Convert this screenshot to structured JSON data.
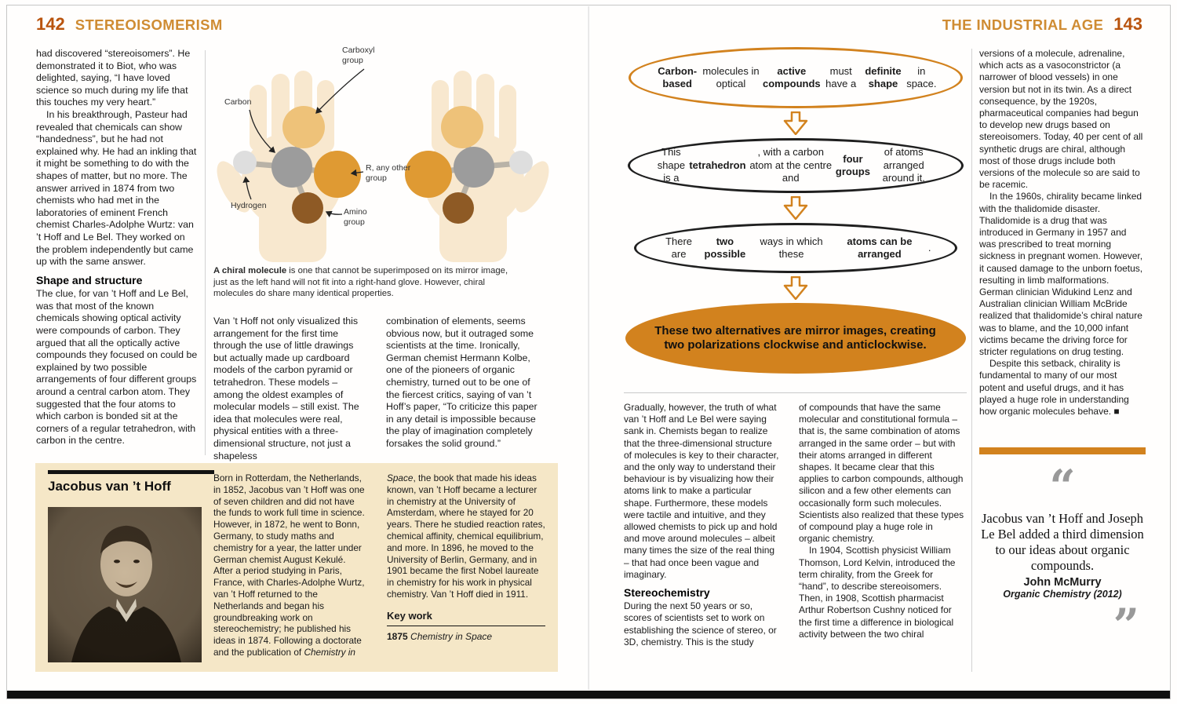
{
  "colors": {
    "accent_orange": "#d2821e",
    "folio_number": "#b9540e",
    "folio_title": "#cf8c33",
    "bio_box_bg": "#f5e7c7",
    "hand_fill": "#f8e8cf",
    "atom_carbon": "#9c9c9c",
    "atom_carboxyl": "#eec279",
    "atom_r_group": "#df9a33",
    "atom_amino": "#8e5a25",
    "atom_hydrogen": "#dedede",
    "quote_gray": "#999999"
  },
  "left_page": {
    "page_number": "142",
    "header": "STEREOISOMERISM",
    "col1": {
      "para1": "had discovered “stereoisomers”. He demonstrated it to Biot, who was delighted, saying, “I have loved science so much during my life that this touches my very heart.”",
      "para2": "In his breakthrough, Pasteur had revealed that chemicals can show “handedness”, but he had not explained why. He had an inkling that it might be something to do with the shapes of matter, but no more. The answer arrived in 1874 from two chemists who had met in the laboratories of eminent French chemist Charles-Adolphe Wurtz: van ’t Hoff and Le Bel. They worked on the problem independently but came up with the same answer.",
      "heading": "Shape and structure",
      "para3": "The clue, for van ’t Hoff and Le Bel, was that most of the known chemicals showing optical activity were compounds of carbon. They argued that all the optically active compounds they focused on could be explained by two possible arrangements of four different groups around a central carbon atom. They suggested that the four atoms to which carbon is bonded sit at the corners of a regular tetrahedron, with carbon in the centre."
    },
    "illustration": {
      "labels": {
        "carboxyl": "Carboxyl\ngroup",
        "carbon": "Carbon",
        "r_group": "R, any other\ngroup",
        "hydrogen": "Hydrogen",
        "amino": "Amino\ngroup"
      },
      "caption": "<b>A chiral molecule</b> is one that cannot be superimposed on its mirror image, just as the left hand will not fit into a right-hand glove. However, chiral molecules do share many identical properties."
    },
    "col2_para": "Van ’t Hoff not only visualized this arrangement for the first time through the use of little drawings but actually made up cardboard models of the carbon pyramid or tetrahedron. These models – among the oldest examples of molecular models – still exist. The idea that molecules were real, physical entities with a three-dimensional structure, not just a shapeless",
    "col3_para": "combination of elements, seems obvious now, but it outraged some scientists at the time. Ironically, German chemist Hermann Kolbe, one of the pioneers of organic chemistry, turned out to be one of the fiercest critics, saying of van ’t Hoff’s paper, “To criticize this paper in any detail is impossible because the play of imagination completely forsakes the solid ground.”",
    "bio": {
      "title": "Jacobus van ’t Hoff",
      "col1": "Born in Rotterdam, the Netherlands, in 1852, Jacobus van ’t Hoff was one of seven children and did not have the funds to work full time in science. However, in 1872, he went to Bonn, Germany, to study maths and chemistry for a year, the latter under German chemist August Kekulé. After a period studying in Paris, France, with Charles-Adolphe Wurtz, van ’t Hoff returned to the Netherlands and began his groundbreaking work on stereochemistry; he published his ideas in 1874. Following a doctorate and the publication of <i>Chemistry in</i>",
      "col2": "<i>Space</i>, the book that made his ideas known, van ’t Hoff became a lecturer in chemistry at the University of Amsterdam, where he stayed for 20 years. There he studied reaction rates, chemical affinity, chemical equilibrium, and more. In 1896, he moved to the University of Berlin, Germany, and in 1901 became the first Nobel laureate in chemistry for his work in physical chemistry. Van ’t Hoff died in 1911.",
      "key_work_heading": "Key work",
      "key_work": "<b>1875</b> <i>Chemistry in Space</i>"
    }
  },
  "right_page": {
    "header": "THE INDUSTRIAL AGE",
    "page_number": "143",
    "flowchart": {
      "step1": "<b>Carbon-based</b> molecules in optical <b>active compounds</b> must have a <b>definite shape</b> in space.",
      "step2": "This shape is a <b>tetrahedron</b>, with a carbon atom at the centre and <b>four groups</b> of atoms arranged around it.",
      "step3": "There are <b>two possible</b> ways in which these <b>atoms can be arranged</b>.",
      "step4": "These two alternatives are mirror images, creating two polarizations clockwise and anticlockwise."
    },
    "col1": {
      "para1": "Gradually, however, the truth of what van ’t Hoff and Le Bel were saying sank in. Chemists began to realize that the three-dimensional structure of molecules is key to their character, and the only way to understand their behaviour is by visualizing how their atoms link to make a particular shape. Furthermore, these models were tactile and intuitive, and they allowed chemists to pick up and hold and move around molecules – albeit many times the size of the real thing – that had once been vague and imaginary.",
      "heading": "Stereochemistry",
      "para2": "During the next 50 years or so, scores of scientists set to work on establishing the science of stereo, or 3D, chemistry. This is the study"
    },
    "col2": {
      "para1": "of compounds that have the same molecular and constitutional formula – that is, the same combination of atoms arranged in the same order – but with their atoms arranged in different shapes. It became clear that this applies to carbon compounds, although silicon and a few other elements can occasionally form such molecules. Scientists also realized that these types of compound play a huge role in organic chemistry.",
      "para2": "In 1904, Scottish physicist William Thomson, Lord Kelvin, introduced the term chirality, from the Greek for “hand”, to describe stereoisomers. Then, in 1908, Scottish pharmacist Arthur Robertson Cushny noticed for the first time a difference in biological activity between the two chiral"
    },
    "col3": {
      "para1": "versions of a molecule, adrenaline, which acts as a vasoconstrictor (a narrower of blood vessels) in one version but not in its twin. As a direct consequence, by the 1920s, pharmaceutical companies had begun to develop new drugs based on stereoisomers. Today, 40 per cent of all synthetic drugs are chiral, although most of those drugs include both versions of the molecule so are said to be racemic.",
      "para2": "In the 1960s, chirality became linked with the thalidomide disaster. Thalidomide is a drug that was introduced in Germany in 1957 and was prescribed to treat morning sickness in pregnant women. However, it caused damage to the unborn foetus, resulting in limb malformations. German clinician Widukind Lenz and Australian clinician William McBride realized that thalidomide’s chiral nature was to blame, and the 10,000 infant victims became the driving force for stricter regulations on drug testing.",
      "para3": "Despite this setback, chirality is fundamental to many of our most potent and useful drugs, and it has played a huge role in understanding how organic molecules behave. ■"
    },
    "quote": {
      "text": "Jacobus van ’t Hoff and Joseph Le Bel added a third dimension to our ideas about organic compounds.",
      "attribution": "John McMurry",
      "source": "<i>Organic Chemistry</i> (2012)"
    }
  }
}
